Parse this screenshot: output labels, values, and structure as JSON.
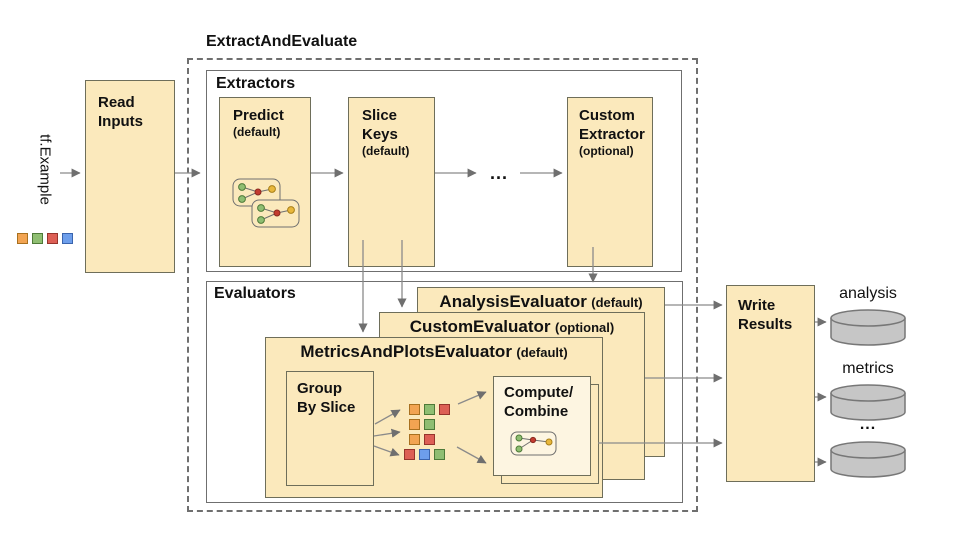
{
  "title": "ExtractAndEvaluate",
  "input": {
    "label": "tf.Example",
    "squares": [
      "orange",
      "green",
      "red",
      "blue"
    ]
  },
  "sections": {
    "extractors": "Extractors",
    "evaluators": "Evaluators"
  },
  "boxes": {
    "read_inputs": {
      "line1": "Read",
      "line2": "Inputs"
    },
    "predict": {
      "line1": "Predict",
      "qualifier": "(default)"
    },
    "slice_keys": {
      "line1": "Slice",
      "line2": "Keys",
      "qualifier": "(default)"
    },
    "custom_extractor": {
      "line1": "Custom",
      "line2": "Extractor",
      "qualifier": "(optional)"
    },
    "write_results": {
      "line1": "Write",
      "line2": "Results"
    },
    "group_by_slice": {
      "line1": "Group",
      "line2": "By Slice"
    },
    "compute_combine": {
      "line1": "Compute/",
      "line2": "Combine"
    }
  },
  "evaluators": {
    "analysis": {
      "name": "AnalysisEvaluator",
      "qualifier": "(default)"
    },
    "custom": {
      "name": "CustomEvaluator",
      "qualifier": "(optional)"
    },
    "metrics_plots": {
      "name": "MetricsAndPlotsEvaluator",
      "qualifier": "(default)"
    }
  },
  "grid": {
    "rows": [
      [
        "orange",
        "green",
        "red"
      ],
      [
        "orange",
        "green"
      ],
      [
        "orange",
        "red"
      ],
      [
        "red",
        "blue",
        "green"
      ]
    ]
  },
  "outputs": {
    "labels": [
      "analysis",
      "metrics"
    ],
    "more": "..."
  },
  "ellipsis": "...",
  "square_colors": {
    "orange": {
      "fill": "#F2A452",
      "border": "#A8701F"
    },
    "green": {
      "fill": "#8FBE72",
      "border": "#4E7A38"
    },
    "red": {
      "fill": "#DD5F55",
      "border": "#96342C"
    },
    "blue": {
      "fill": "#6D9EEB",
      "border": "#3A64AD"
    }
  },
  "colors": {
    "box_fill": "#FBE9BC",
    "light_fill": "#FDF5E1",
    "border": "#6e6e5a",
    "line": "#8a8a8a",
    "cylinder_fill": "#C6C6C6",
    "cylinder_border": "#777777"
  },
  "icons": {
    "predict": "model-graph-icon",
    "compute": "combine-graph-icon",
    "output": "database-cylinder-icon"
  }
}
